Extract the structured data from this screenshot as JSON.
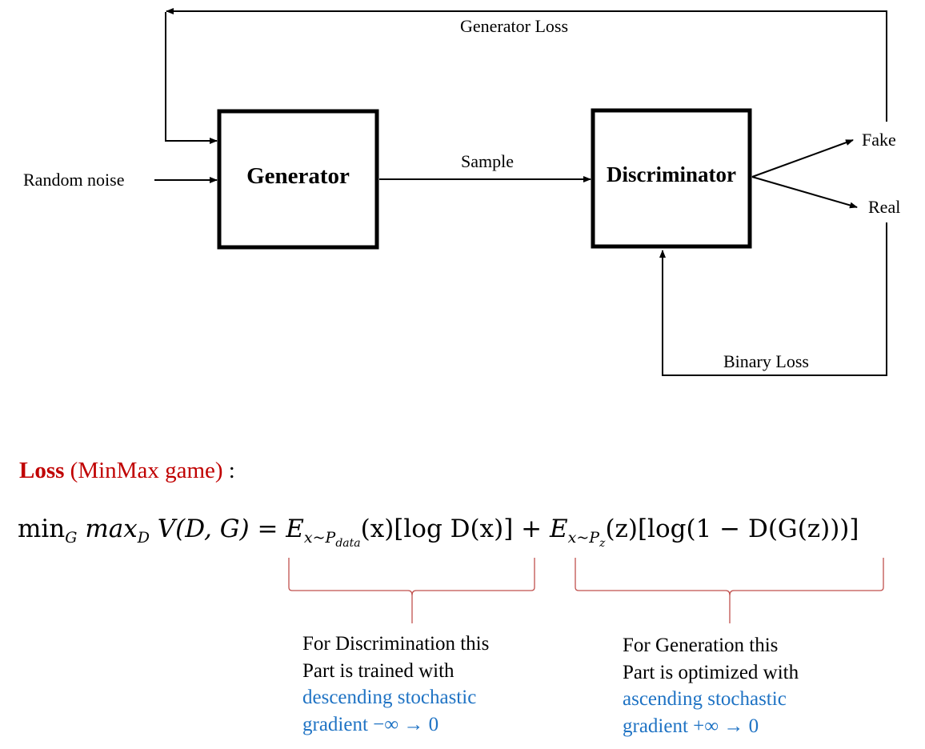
{
  "diagram": {
    "generator_label": "Generator",
    "discriminator_label": "Discriminator",
    "random_noise_label": "Random noise",
    "sample_label": "Sample",
    "fake_label": "Fake",
    "real_label": "Real",
    "generator_loss_label": "Generator Loss",
    "binary_loss_label": "Binary Loss"
  },
  "loss": {
    "word": "Loss",
    "paren": "(MinMax game)",
    "colon": " :"
  },
  "equation": {
    "min": "min",
    "min_sub": "G",
    "max": "max",
    "max_sub": "D",
    "v_expr": "V(D, G) = ",
    "e1": "E",
    "e1_sub": "x~P",
    "e1_subsub": "data",
    "e1_arg": "(x)[log D(x)] + ",
    "e2": "E",
    "e2_sub": "x~P",
    "e2_subsub": "z",
    "e2_arg": "(z)[log(1 − D(G(z)))]"
  },
  "notes": {
    "left": {
      "line1": "For Discrimination this",
      "line2": "Part is trained with",
      "line3": "descending stochastic",
      "line4": "gradient −∞ → 0"
    },
    "right": {
      "line1": "For Generation this",
      "line2": "Part is optimized with",
      "line3": "ascending stochastic",
      "line4": "gradient +∞ → 0"
    }
  },
  "colors": {
    "loss_red": "#c00000",
    "note_blue": "#1f73c4",
    "brace_red": "#c0504d"
  }
}
